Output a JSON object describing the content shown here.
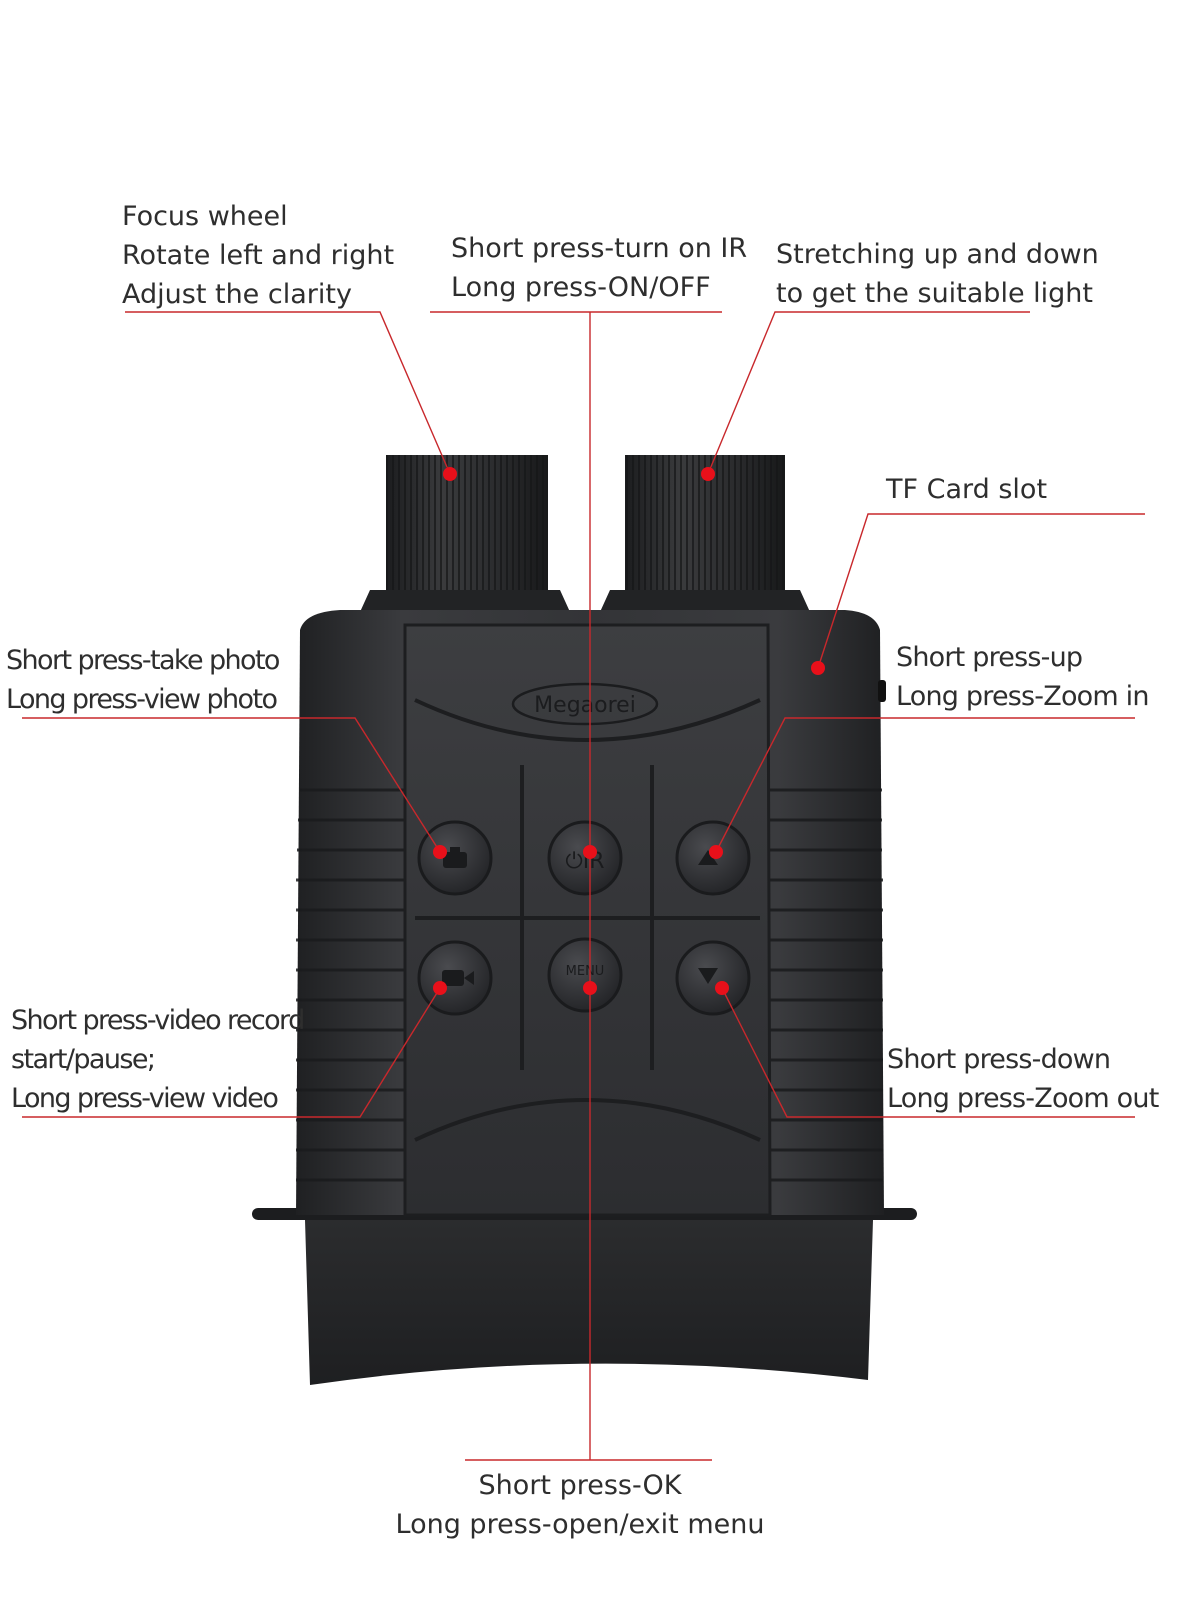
{
  "brand": "Megaorei",
  "colors": {
    "leader_line": "#c8282c",
    "marker": "#e8101a",
    "body_dark": "#2a2b2d",
    "body_mid": "#3a3b3e",
    "text": "#2e2e2e"
  },
  "callouts": {
    "focus_wheel": [
      "Focus wheel",
      "Rotate left and right",
      "Adjust the clarity"
    ],
    "power_ir": [
      "Short press-turn on IR",
      "Long press-ON/OFF"
    ],
    "stretch": [
      "Stretching up and down",
      "to get the suitable light"
    ],
    "tf_card": [
      "TF Card slot"
    ],
    "photo": [
      "Short press-take photo",
      "Long press-view photo"
    ],
    "zoom_in": [
      "Short press-up",
      "Long press-Zoom in"
    ],
    "video": [
      "Short press-video record",
      "start/pause;",
      "Long press-view video"
    ],
    "zoom_out": [
      "Short press-down",
      "Long press-Zoom out"
    ],
    "ok_menu": [
      "Short press-OK",
      "Long press-open/exit menu"
    ]
  },
  "buttons": {
    "photo": "camera-icon",
    "power_ir": "power-ir-icon",
    "zoom_in": "up-zoom-in-icon",
    "video": "video-icon",
    "menu": "menu-ok-icon",
    "zoom_out": "down-zoom-out-icon"
  }
}
